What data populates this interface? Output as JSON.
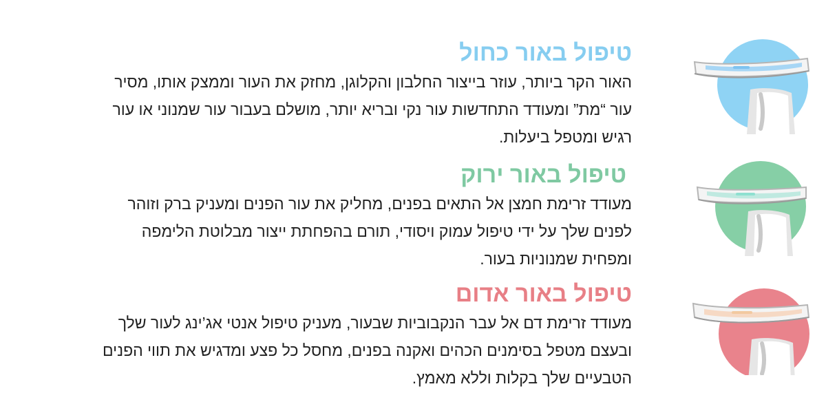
{
  "sections": [
    {
      "title": "טיפול באור כחול",
      "lines": [
        "האור הקר ביותר, עוזר בייצור החלבון  והקלוגן, מחזק את העור וממצק אותו, מסיר",
        "עור “מת” ומעודד התחדשות עור נקי ובריא יותר, מושלם בעבור עור שמנוני או עור",
        "רגיש ומטפל ביעלות."
      ],
      "colors": {
        "title": "#86cdf0",
        "circle": "#8fd3f4",
        "led": "#7fc3f0"
      },
      "icon": "face-device-blue-light"
    },
    {
      "title": "טיפול באור ירוק",
      "lines": [
        "מעודד זרימת חמצן אל התאים בפנים, מחליק את עור הפנים ומעניק ברק וזוהר",
        "לפנים שלך על ידי טיפול עמוק ויסודי, תורם בהפחתת ייצור מבלוטת הלימפה",
        "ומפחית שמנוניות בעור."
      ],
      "colors": {
        "title": "#7fc9a2",
        "circle": "#86cfa6",
        "led": "#8ee0d0"
      },
      "icon": "face-device-green-light"
    },
    {
      "title": "טיפול באור אדום",
      "lines": [
        "מעודד זרימת דם אל עבר הנקבוביות שבעור, מעניק טיפול אנטי אג’ינג לעור שלך",
        "ובעצם מטפל בסימנים הכהים ואקנה בפנים, מחסל כל פצע ומדגיש את תווי הפנים",
        "הטבעיים שלך בקלות וללא מאמץ."
      ],
      "colors": {
        "title": "#e87f86",
        "circle": "#e9838c",
        "led": "#f2c9a0"
      },
      "icon": "face-device-red-light"
    }
  ]
}
